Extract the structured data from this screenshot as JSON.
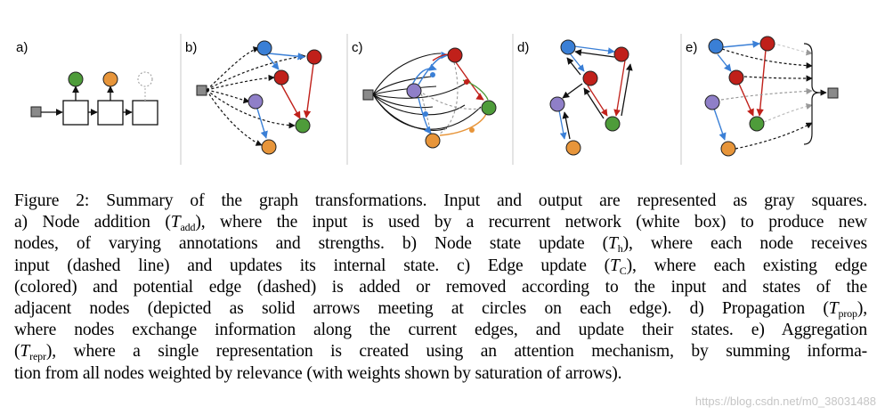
{
  "panels": {
    "a": "a)",
    "b": "b)",
    "c": "c)",
    "d": "d)",
    "e": "e)"
  },
  "colors": {
    "blue": "#3a7fd6",
    "red": "#c0201a",
    "green": "#4e9c3a",
    "purple": "#8f7fc8",
    "orange": "#e7953a",
    "gray": "#8a8a8a"
  },
  "caption": {
    "line1": "Figure 2: Summary of the graph transformations. Input and output are represented as gray squares.",
    "line2_a": "a) Node addition (",
    "line2_sym": "T",
    "line2_sub": "add",
    "line2_b": "), where the input is used by a recurrent network (white box) to produce new",
    "line3_a": "nodes, of varying annotations and strengths. b) Node state update (",
    "line3_sym": "T",
    "line3_sub": "h",
    "line3_b": "), where each node receives",
    "line4_a": "input (dashed line) and updates its internal state. c) Edge update (",
    "line4_sym": "T",
    "line4_sub": "C",
    "line4_b": "), where each existing edge",
    "line5": "(colored) and potential edge (dashed) is added or removed according to the input and states of the",
    "line6_a": "adjacent nodes (depicted as solid arrows meeting at circles on each edge). d) Propagation (",
    "line6_sym": "T",
    "line6_sub": "prop",
    "line6_b": "),",
    "line7": "where nodes exchange information along the current edges, and update their states. e) Aggregation",
    "line8_a": "(",
    "line8_sym": "T",
    "line8_sub": "repr",
    "line8_b": "), where a single representation is created using an attention mechanism, by summing informa-",
    "line9": "tion from all nodes weighted by relevance (with weights shown by saturation of arrows)."
  },
  "watermark": "https://blog.csdn.net/m0_38031488"
}
